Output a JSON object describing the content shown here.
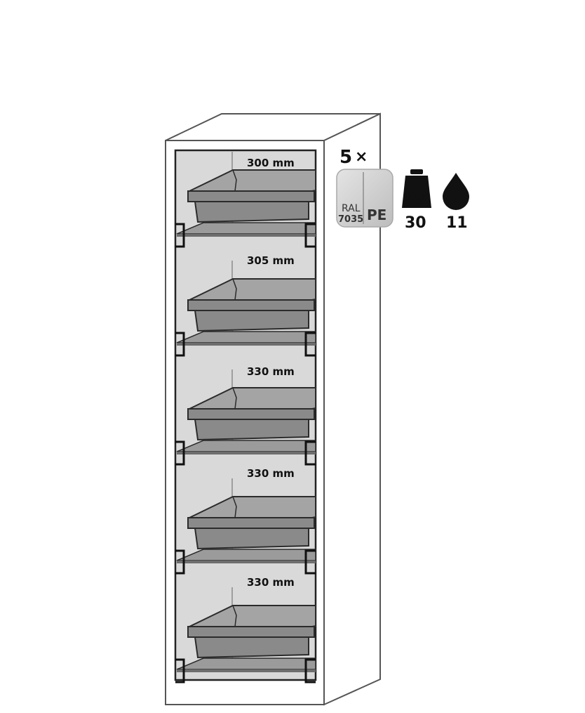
{
  "cabinet": {
    "shelves": [
      {
        "height_label": "300 mm"
      },
      {
        "height_label": "305 mm"
      },
      {
        "height_label": "330 mm"
      },
      {
        "height_label": "330 mm"
      },
      {
        "height_label": "330 mm"
      }
    ]
  },
  "badges": {
    "quantity": {
      "count": "5",
      "times": "×"
    },
    "color_material": {
      "ral_label": "RAL",
      "ral_code": "7035",
      "material": "PE"
    },
    "weight": {
      "icon_text": "Kg",
      "value": "30"
    },
    "volume": {
      "icon_text": "L",
      "value": "11"
    }
  },
  "colors": {
    "interior": "#d9d9d9",
    "tray": "#8a8a8a",
    "tray_dark": "#6e6e6e",
    "outline": "#2b2b2b",
    "badge_light": "#c9c9c9"
  }
}
